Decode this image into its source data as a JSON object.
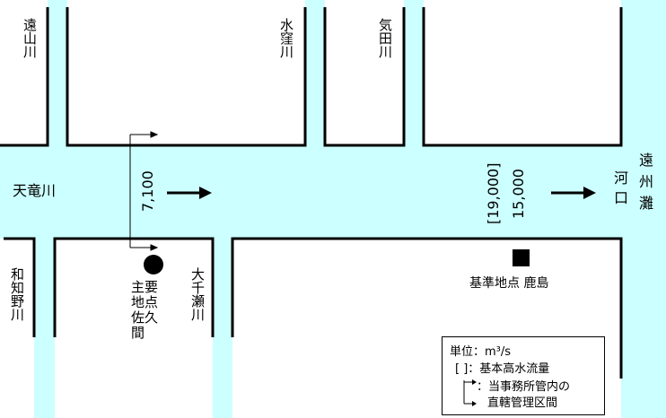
{
  "colors": {
    "water": "#ccffff",
    "line": "#000000"
  },
  "rivers": {
    "tenryu": "天竜川",
    "toyama": "遠山川",
    "mizukubo": "水窪川",
    "keta": "気田川",
    "wachino": "和知野川",
    "ochise": "大千瀬川",
    "enshunada": "遠州灘",
    "kako": "河口"
  },
  "stations": {
    "sakuma": {
      "label": "主要地点佐久間",
      "flow": "7,100"
    },
    "kashima": {
      "label": "基準地点 鹿島",
      "flow": "15,000",
      "basic_flow": "[19,000]"
    }
  },
  "legend": {
    "unit": "単位：m³/s",
    "bracket": "[ ]：基本高水流量",
    "managed_1": "：当事務所管内の",
    "managed_2": "直轄管理区間"
  }
}
